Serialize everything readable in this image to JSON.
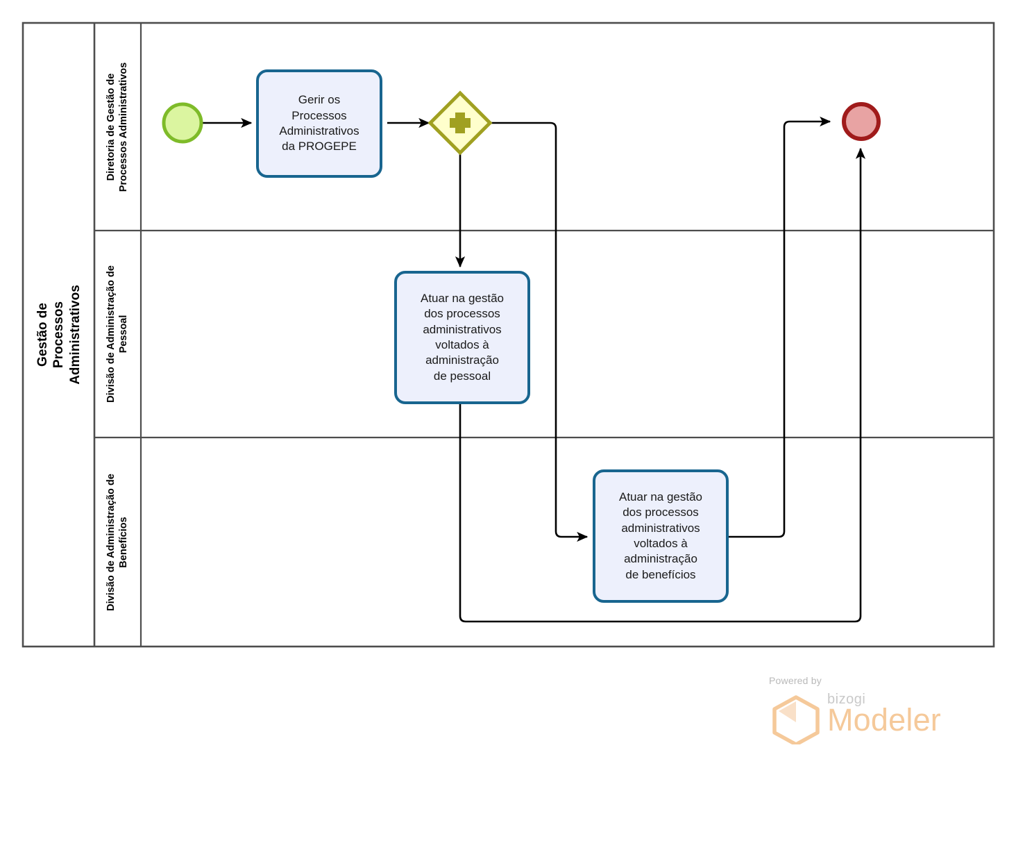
{
  "diagram": {
    "type": "bpmn-process",
    "pool": {
      "title": "Gestão de Processos Administrativos"
    },
    "lanes": [
      {
        "id": "lane-diretoria",
        "label": "Diretoria de Gestão de\nProcessos Administrativos"
      },
      {
        "id": "lane-pessoal",
        "label": "Divisão de Administração de\nPessoal"
      },
      {
        "id": "lane-beneficios",
        "label": "Divisão de Administração de\nBenefícios"
      }
    ],
    "nodes": [
      {
        "id": "start-event",
        "type": "start-event",
        "label": "",
        "lane": "lane-diretoria"
      },
      {
        "id": "task-gerir",
        "type": "task",
        "label": "Gerir os\nProcessos\nAdministrativos\nda PROGEPE",
        "lane": "lane-diretoria"
      },
      {
        "id": "gateway-parallel",
        "type": "parallel-gateway",
        "label": "",
        "lane": "lane-diretoria"
      },
      {
        "id": "task-pessoal",
        "type": "task",
        "label": "Atuar na gestão\ndos processos\nadministrativos\nvoltados à\nadministração\nde pessoal",
        "lane": "lane-pessoal"
      },
      {
        "id": "task-beneficios",
        "type": "task",
        "label": "Atuar na gestão\ndos processos\nadministrativos\nvoltados à\nadministração\nde benefícios",
        "lane": "lane-beneficios"
      },
      {
        "id": "end-event",
        "type": "end-event",
        "label": "",
        "lane": "lane-diretoria"
      }
    ],
    "flows": [
      {
        "id": "flow-start-gerir",
        "from": "start-event",
        "to": "task-gerir"
      },
      {
        "id": "flow-gerir-gateway",
        "from": "task-gerir",
        "to": "gateway-parallel"
      },
      {
        "id": "flow-gateway-pessoal",
        "from": "gateway-parallel",
        "to": "task-pessoal"
      },
      {
        "id": "flow-gateway-beneficios",
        "from": "gateway-parallel",
        "to": "task-beneficios"
      },
      {
        "id": "flow-beneficios-end",
        "from": "task-beneficios",
        "to": "end-event"
      },
      {
        "id": "flow-pessoal-end",
        "from": "task-pessoal",
        "to": "end-event"
      }
    ]
  },
  "colors": {
    "pool_border": "#4d4d4d",
    "task_fill": "#edf0fc",
    "task_border": "#18658f",
    "gateway_fill": "#ffffcc",
    "gateway_border": "#a0a021",
    "gateway_symbol": "#a0a021",
    "start_fill": "#dbf5a0",
    "start_border": "#7ebb29",
    "end_fill": "#e8a3a3",
    "end_border": "#a01b1b",
    "flow_line": "#000000",
    "watermark_orange": "#f5c99a",
    "watermark_gray": "#b9b9b9"
  },
  "watermark": {
    "powered_by": "Powered by",
    "brand": "bizogi",
    "product": "Modeler"
  }
}
